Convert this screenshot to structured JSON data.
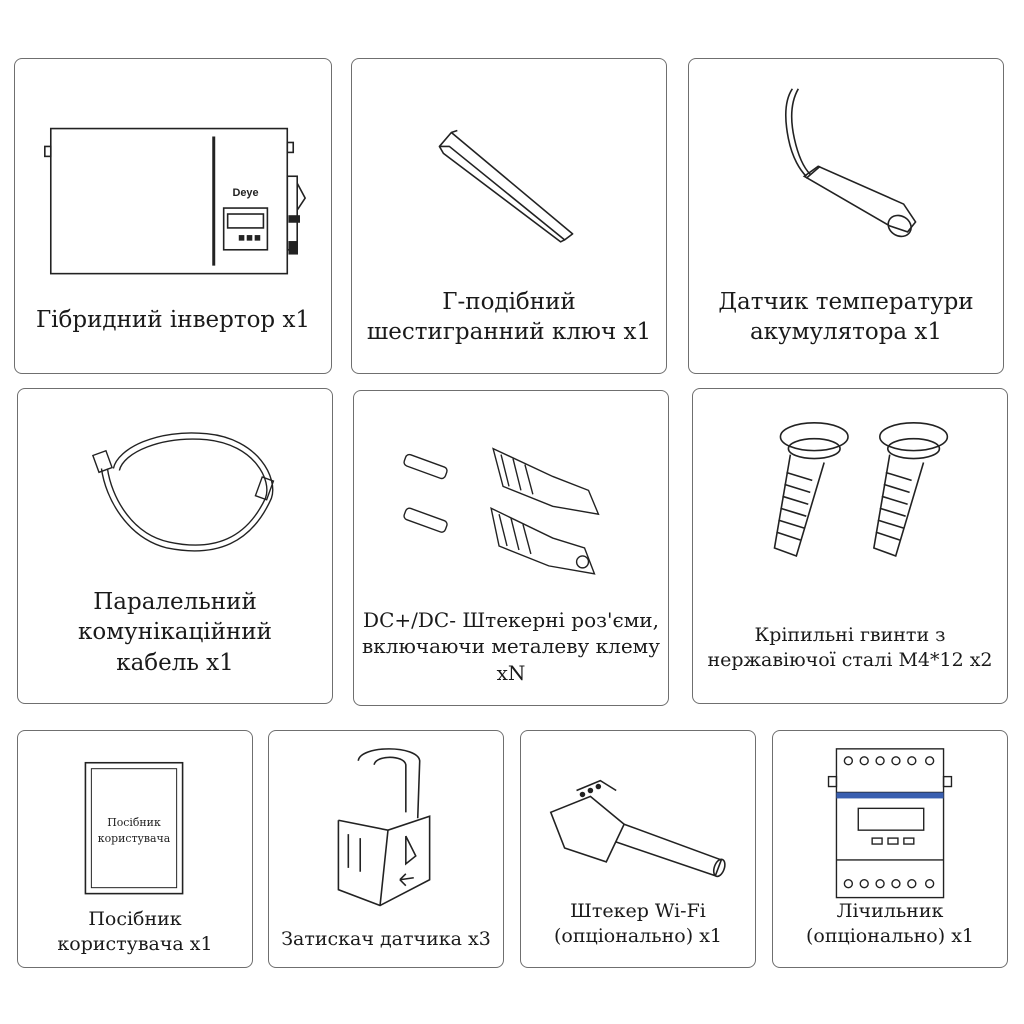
{
  "items": [
    {
      "lines": [
        "Гібридний інвертор x1"
      ],
      "logo": "Deye"
    },
    {
      "lines": [
        "Г-подібний",
        "шестигранний ключ x1"
      ]
    },
    {
      "lines": [
        "Датчик температури",
        "акумулятора x1"
      ]
    },
    {
      "lines": [
        "Паралельний",
        "комунікаційний",
        "кабель x1"
      ]
    },
    {
      "lines": [
        "DC+/DC- Штекерні роз'єми,",
        "включаючи металеву клему",
        "xN"
      ]
    },
    {
      "lines": [
        "Кріпильні гвинти з",
        "нержавіючої сталі М4*12 x2"
      ]
    },
    {
      "lines": [
        "Посібник",
        "користувача x1"
      ],
      "cover": [
        "Посібник",
        "користувача"
      ]
    },
    {
      "lines": [
        "Затискач датчика x3"
      ]
    },
    {
      "lines": [
        "Штекер Wi-Fi",
        "(опціонально) x1"
      ]
    },
    {
      "lines": [
        "Лічильник",
        "(опціонально) x1"
      ]
    }
  ]
}
